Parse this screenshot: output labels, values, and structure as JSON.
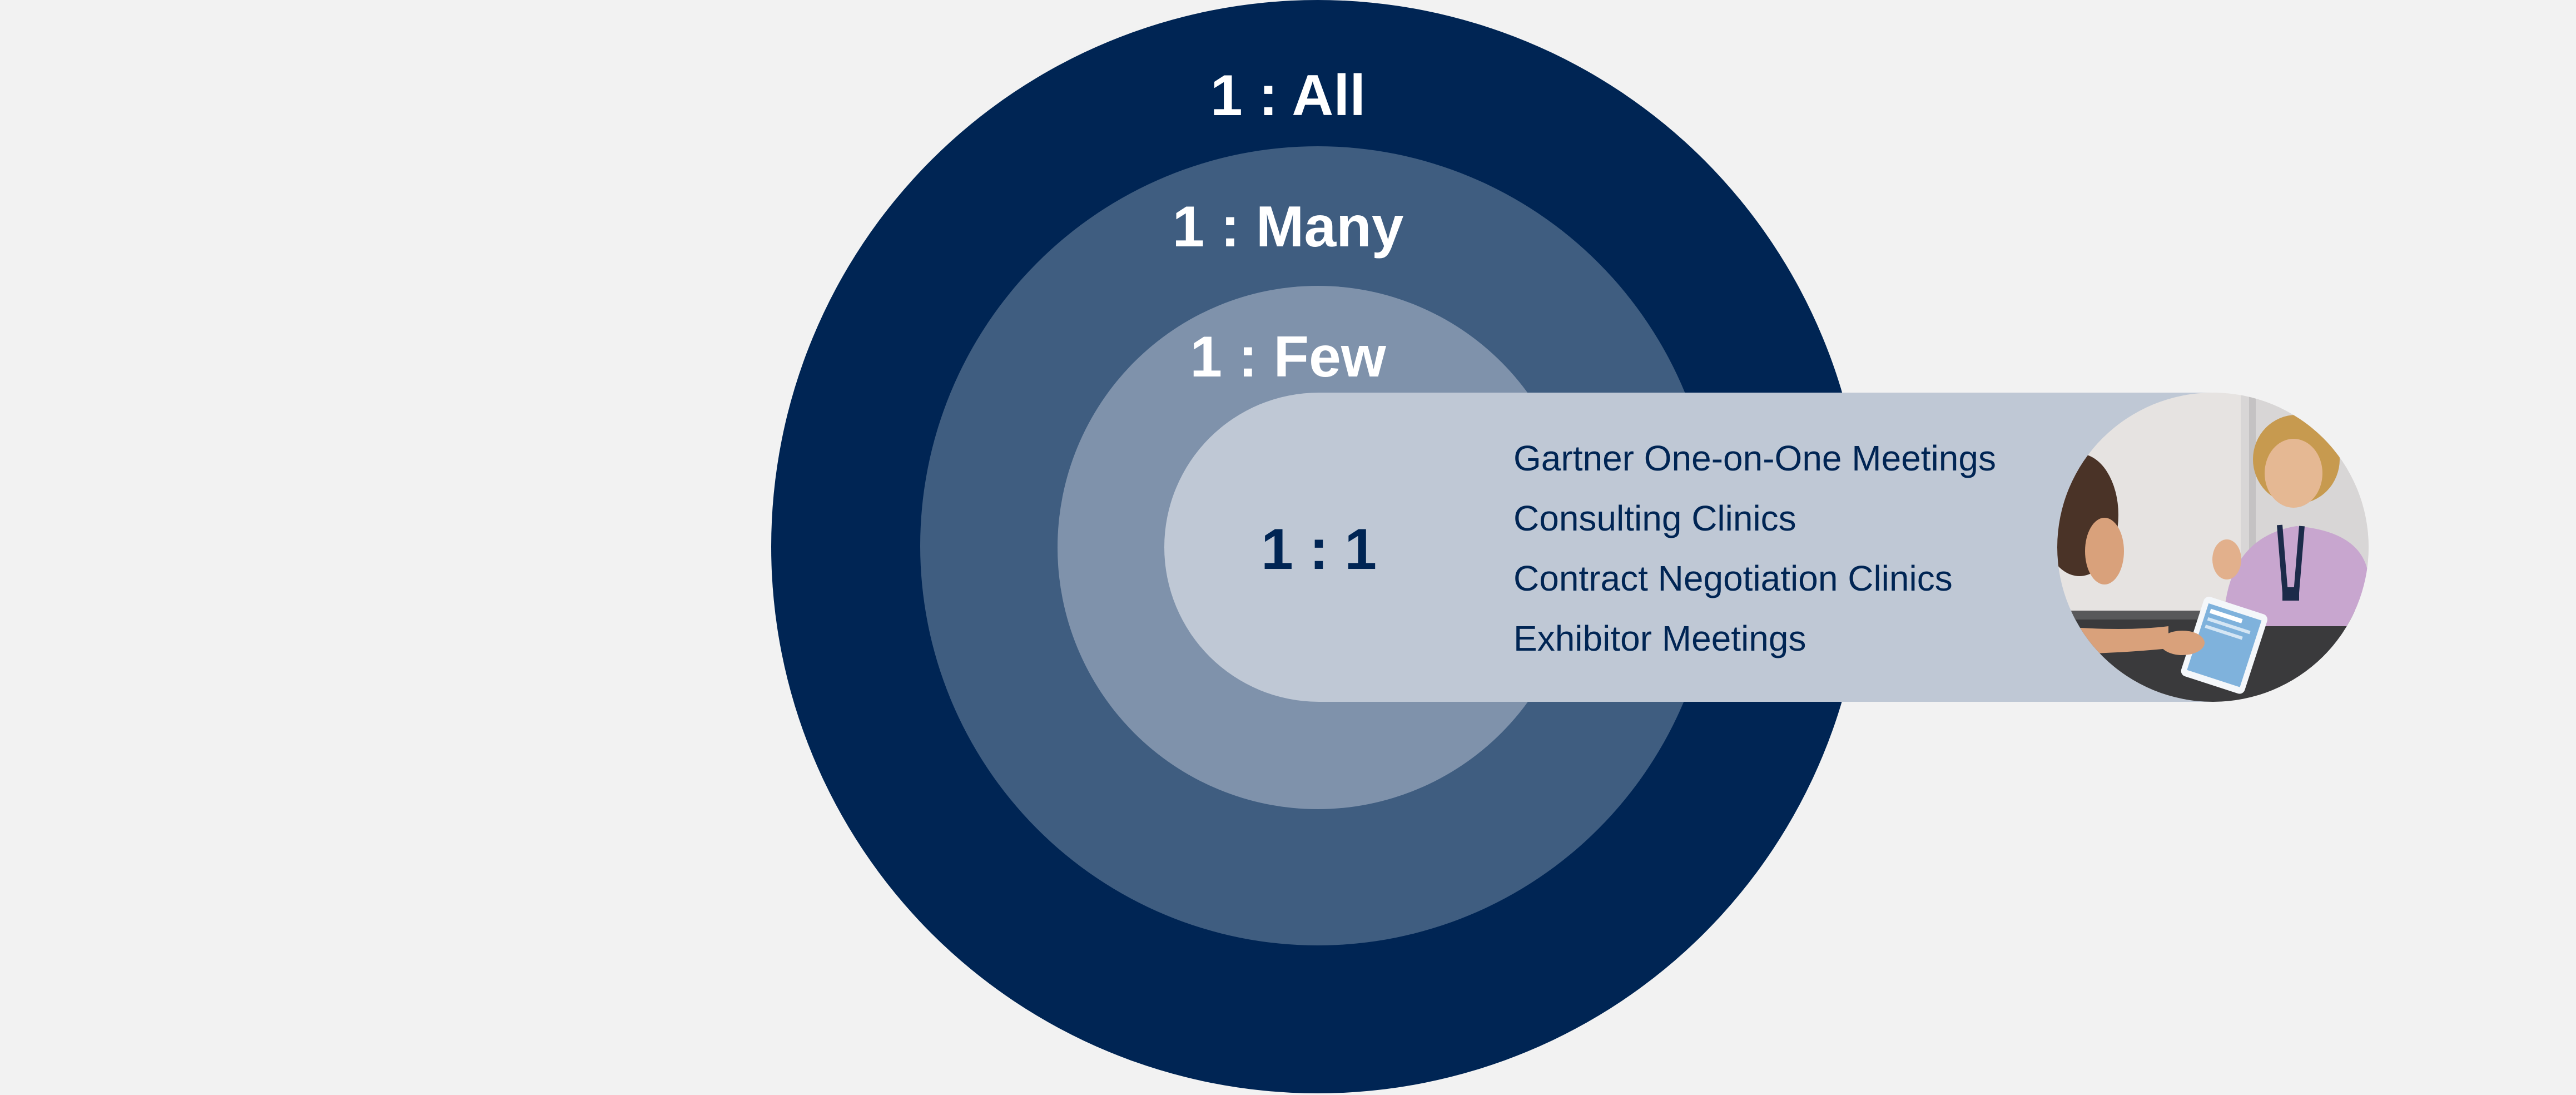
{
  "colors": {
    "background": "#f2f2f2",
    "ring_all": "#002554",
    "ring_many": "#3f5d80",
    "ring_few": "#7f92ab",
    "ring_one": "#bfc8d5",
    "text_light": "#ffffff",
    "text_dark": "#002554"
  },
  "rings": {
    "all": "1 : All",
    "many": "1 : Many",
    "few": "1 : Few",
    "one": "1 : 1"
  },
  "activities": [
    "Gartner One-on-One Meetings",
    "Consulting Clinics",
    "Contract Negotiation Clinics",
    "Exhibitor Meetings"
  ],
  "photo": {
    "icon": "meeting-photo"
  }
}
